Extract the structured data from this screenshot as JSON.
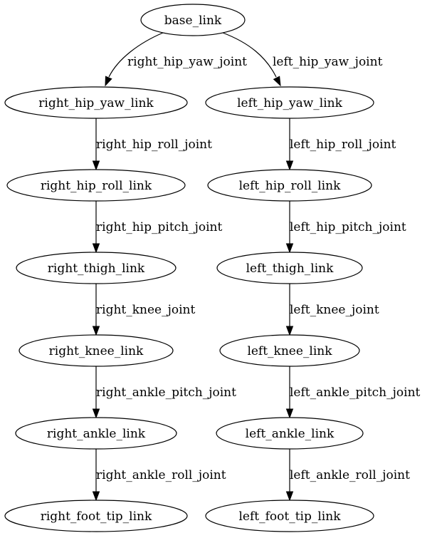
{
  "diagram": {
    "type": "directed-tree",
    "nodes": [
      {
        "id": "base_link",
        "label": "base_link"
      },
      {
        "id": "right_hip_yaw_link",
        "label": "right_hip_yaw_link"
      },
      {
        "id": "left_hip_yaw_link",
        "label": "left_hip_yaw_link"
      },
      {
        "id": "right_hip_roll_link",
        "label": "right_hip_roll_link"
      },
      {
        "id": "left_hip_roll_link",
        "label": "left_hip_roll_link"
      },
      {
        "id": "right_thigh_link",
        "label": "right_thigh_link"
      },
      {
        "id": "left_thigh_link",
        "label": "left_thigh_link"
      },
      {
        "id": "right_knee_link",
        "label": "right_knee_link"
      },
      {
        "id": "left_knee_link",
        "label": "left_knee_link"
      },
      {
        "id": "right_ankle_link",
        "label": "right_ankle_link"
      },
      {
        "id": "left_ankle_link",
        "label": "left_ankle_link"
      },
      {
        "id": "right_foot_tip_link",
        "label": "right_foot_tip_link"
      },
      {
        "id": "left_foot_tip_link",
        "label": "left_foot_tip_link"
      }
    ],
    "edges": [
      {
        "from": "base_link",
        "to": "right_hip_yaw_link",
        "label": "right_hip_yaw_joint"
      },
      {
        "from": "base_link",
        "to": "left_hip_yaw_link",
        "label": "left_hip_yaw_joint"
      },
      {
        "from": "right_hip_yaw_link",
        "to": "right_hip_roll_link",
        "label": "right_hip_roll_joint"
      },
      {
        "from": "left_hip_yaw_link",
        "to": "left_hip_roll_link",
        "label": "left_hip_roll_joint"
      },
      {
        "from": "right_hip_roll_link",
        "to": "right_thigh_link",
        "label": "right_hip_pitch_joint"
      },
      {
        "from": "left_hip_roll_link",
        "to": "left_thigh_link",
        "label": "left_hip_pitch_joint"
      },
      {
        "from": "right_thigh_link",
        "to": "right_knee_link",
        "label": "right_knee_joint"
      },
      {
        "from": "left_thigh_link",
        "to": "left_knee_link",
        "label": "left_knee_joint"
      },
      {
        "from": "right_knee_link",
        "to": "right_ankle_link",
        "label": "right_ankle_pitch_joint"
      },
      {
        "from": "left_knee_link",
        "to": "left_ankle_link",
        "label": "left_ankle_pitch_joint"
      },
      {
        "from": "right_ankle_link",
        "to": "right_foot_tip_link",
        "label": "right_ankle_roll_joint"
      },
      {
        "from": "left_ankle_link",
        "to": "left_foot_tip_link",
        "label": "left_ankle_roll_joint"
      }
    ]
  }
}
